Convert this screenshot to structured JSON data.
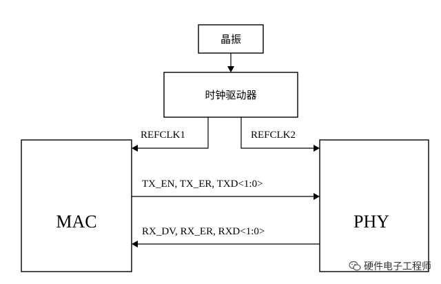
{
  "nodes": {
    "crystal": "晶振",
    "clock_driver": "时钟驱动器",
    "mac": "MAC",
    "phy": "PHY"
  },
  "signals": {
    "refclk1": "REFCLK1",
    "refclk2": "REFCLK2",
    "tx": "TX_EN, TX_ER, TXD<1:0>",
    "rx": "RX_DV, RX_ER, RXD<1:0>"
  },
  "watermark": {
    "icon": "wechat-icon",
    "text": "硬件电子工程师"
  }
}
